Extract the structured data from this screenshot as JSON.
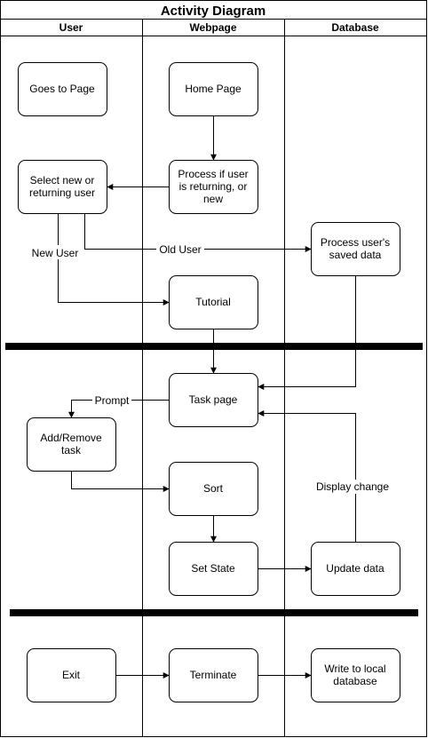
{
  "title": "Activity Diagram",
  "lanes": {
    "user": "User",
    "webpage": "Webpage",
    "database": "Database"
  },
  "nodes": {
    "goes_to_page": [
      "Goes to Page"
    ],
    "home_page": [
      "Home Page"
    ],
    "select_user": [
      "Select new or",
      "returning user"
    ],
    "process_user": [
      "Process if user",
      "is returning, or",
      "new"
    ],
    "process_saved": [
      "Process user's",
      "saved data"
    ],
    "tutorial": [
      "Tutorial"
    ],
    "task_page": [
      "Task page"
    ],
    "add_remove": [
      "Add/Remove",
      "task"
    ],
    "sort": [
      "Sort"
    ],
    "set_state": [
      "Set State"
    ],
    "update_data": [
      "Update data"
    ],
    "exit": [
      "Exit"
    ],
    "terminate": [
      "Terminate"
    ],
    "write_local": [
      "Write to local",
      "database"
    ]
  },
  "edges": {
    "new_user": "New User",
    "old_user": "Old User",
    "prompt": "Prompt",
    "display_change": "Display change"
  }
}
